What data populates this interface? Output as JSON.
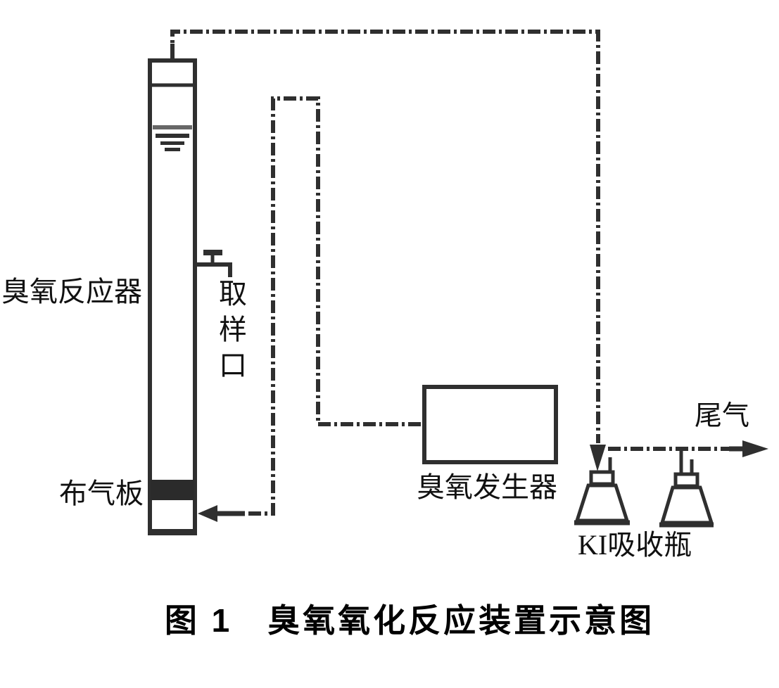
{
  "figure": {
    "caption": "图 1　臭氧氧化反应装置示意图"
  },
  "labels": {
    "reactor": "臭氧反应器",
    "sample_port_chars": [
      "取",
      "样",
      "口"
    ],
    "gas_plate": "布气板",
    "generator": "臭氧发生器",
    "ki_bottle": "KI吸收瓶",
    "tail_gas": "尾气"
  },
  "colors": {
    "line": "#2f2f2f",
    "plate-fill": "#2b2b2b",
    "text": "#111111",
    "background": "#ffffff"
  }
}
